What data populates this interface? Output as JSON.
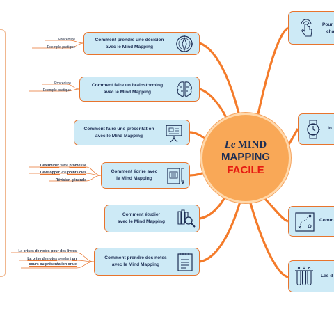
{
  "center": {
    "line1_italic": "Le",
    "line1_rest": "MIND",
    "line2": "MAPPING",
    "line3": "FACILE"
  },
  "left_nodes": [
    {
      "line1": "Comment prendre une décision",
      "line2": "avec le Mind Mapping",
      "icon": "compass-icon"
    },
    {
      "line1": "Comment faire un brainstorming",
      "line2": "avec le Mind Mapping",
      "icon": "brain-icon"
    },
    {
      "line1": "Comment faire une présentation",
      "line2": "avec le Mind Mapping",
      "icon": "presentation-board-icon"
    },
    {
      "line1": "Comment écrire avec",
      "line2": "le Mind Mapping",
      "icon": "notebook-pencil-icon"
    },
    {
      "line1": "Comment étudier",
      "line2": "avec le Mind Mapping",
      "icon": "books-magnifier-icon"
    },
    {
      "line1": "Comment prendre des notes",
      "line2": "avec le Mind Mapping",
      "icon": "notepad-icon"
    }
  ],
  "right_nodes": [
    {
      "line1": "Pour",
      "line2": "cha",
      "icon": "touch-hand-icon"
    },
    {
      "line1": "In",
      "line2": "",
      "icon": "wristwatch-icon"
    },
    {
      "line1": "Comm",
      "line2": "",
      "icon": "strategy-board-icon"
    },
    {
      "line1": "Les d",
      "line2": "",
      "icon": "test-tubes-icon"
    }
  ],
  "subtopics": {
    "decision": [
      "Procédure",
      "Exemple pratique"
    ],
    "brainstorming": [
      "Procédure",
      "Exemple pratique"
    ],
    "ecrire": [
      {
        "bold": "Déterminer",
        "rest": " votre ",
        "bold2": "promesse"
      },
      {
        "bold": "Développer",
        "rest": " vos ",
        "bold2": "points clés"
      },
      {
        "bold": "Révision générale",
        "rest": "",
        "bold2": ""
      }
    ],
    "notes": [
      {
        "pre": "La ",
        "bold": "prises de notes pour des livres",
        "rest": ""
      },
      {
        "pre": "",
        "bold": "La prise de notes",
        "rest": " pendant ",
        "bold2": "un"
      },
      {
        "pre": "",
        "bold": "cours ou présentation orale",
        "rest": ""
      }
    ]
  },
  "colors": {
    "node_fill": "#cdeaf6",
    "node_border": "#e8742d",
    "branch": "#f47b2a",
    "center_fill": "#f9a857",
    "title_dark": "#1d2e54",
    "title_red": "#e61b12"
  }
}
